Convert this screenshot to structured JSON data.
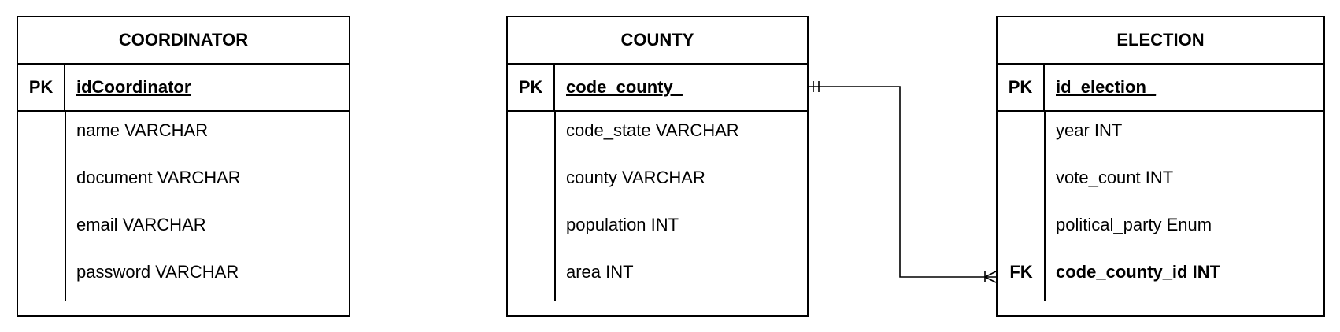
{
  "entities": {
    "coordinator": {
      "title": "COORDINATOR",
      "pk_label": "PK",
      "pk_field": "idCoordinator",
      "attributes": [
        "name VARCHAR",
        "document VARCHAR",
        "email VARCHAR",
        "password VARCHAR"
      ]
    },
    "county": {
      "title": "COUNTY",
      "pk_label": "PK",
      "pk_field": "code_county_",
      "attributes": [
        "code_state VARCHAR",
        "county VARCHAR",
        "population INT",
        "area INT"
      ]
    },
    "election": {
      "title": "ELECTION",
      "pk_label": "PK",
      "pk_field": "id_election_",
      "attributes": [
        "year INT",
        "vote_count INT",
        "political_party Enum",
        "code_county_id INT"
      ],
      "fk_label": "FK"
    }
  },
  "relationships": [
    {
      "from": "county.code_county_",
      "from_cardinality": "one",
      "to": "election.code_county_id",
      "to_cardinality": "one-or-many"
    }
  ]
}
